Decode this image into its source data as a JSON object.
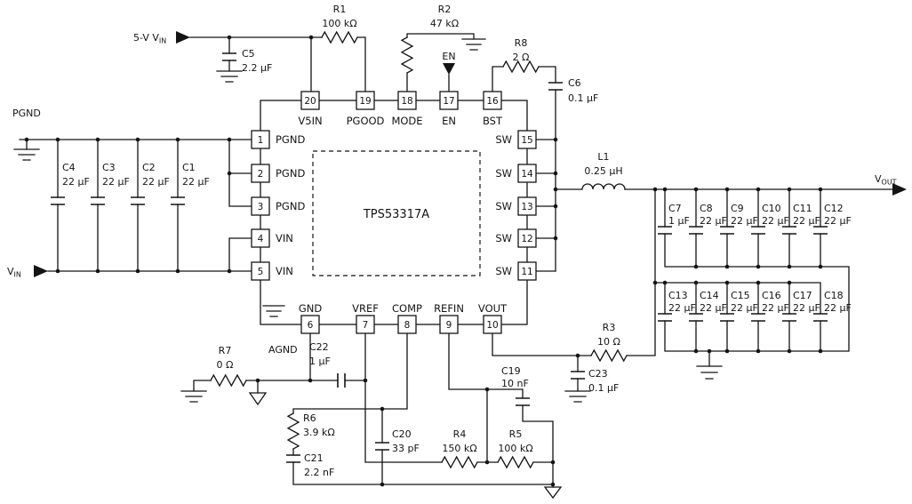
{
  "ic": {
    "part_number": "TPS53317A",
    "pins_top": [
      {
        "num": "20",
        "name": "V5IN"
      },
      {
        "num": "19",
        "name": "PGOOD"
      },
      {
        "num": "18",
        "name": "MODE"
      },
      {
        "num": "17",
        "name": "EN"
      },
      {
        "num": "16",
        "name": "BST"
      }
    ],
    "pins_left": [
      {
        "num": "1",
        "name": "PGND"
      },
      {
        "num": "2",
        "name": "PGND"
      },
      {
        "num": "3",
        "name": "PGND"
      },
      {
        "num": "4",
        "name": "VIN"
      },
      {
        "num": "5",
        "name": "VIN"
      }
    ],
    "pins_right": [
      {
        "num": "15",
        "name": "SW"
      },
      {
        "num": "14",
        "name": "SW"
      },
      {
        "num": "13",
        "name": "SW"
      },
      {
        "num": "12",
        "name": "SW"
      },
      {
        "num": "11",
        "name": "SW"
      }
    ],
    "pins_bottom": [
      {
        "num": "6",
        "name": "GND"
      },
      {
        "num": "7",
        "name": "VREF"
      },
      {
        "num": "8",
        "name": "COMP"
      },
      {
        "num": "9",
        "name": "REFIN"
      },
      {
        "num": "10",
        "name": "VOUT"
      }
    ]
  },
  "nets": {
    "five_v_vin_main": "5-V V",
    "five_v_vin_sub": "IN",
    "vin_main": "V",
    "vin_sub": "IN",
    "vout_main": "V",
    "vout_sub": "OUT",
    "pgnd": "PGND",
    "agnd": "AGND",
    "en": "EN"
  },
  "components": {
    "R1": {
      "name": "R1",
      "value": "100 kΩ"
    },
    "R2": {
      "name": "R2",
      "value": "47 kΩ"
    },
    "R3": {
      "name": "R3",
      "value": "10 Ω"
    },
    "R4": {
      "name": "R4",
      "value": "150 kΩ"
    },
    "R5": {
      "name": "R5",
      "value": "100 kΩ"
    },
    "R6": {
      "name": "R6",
      "value": "3.9 kΩ"
    },
    "R7": {
      "name": "R7",
      "value": "0 Ω"
    },
    "R8": {
      "name": "R8",
      "value": "2 Ω"
    },
    "C1": {
      "name": "C1",
      "value": "22 µF"
    },
    "C2": {
      "name": "C2",
      "value": "22 µF"
    },
    "C3": {
      "name": "C3",
      "value": "22 µF"
    },
    "C4": {
      "name": "C4",
      "value": "22 µF"
    },
    "C5": {
      "name": "C5",
      "value": "2.2 µF"
    },
    "C6": {
      "name": "C6",
      "value": "0.1 µF"
    },
    "C7": {
      "name": "C7",
      "value": "1 µF"
    },
    "C8": {
      "name": "C8",
      "value": "22 µF"
    },
    "C9": {
      "name": "C9",
      "value": "22 µF"
    },
    "C10": {
      "name": "C10",
      "value": "22 µF"
    },
    "C11": {
      "name": "C11",
      "value": "22 µF"
    },
    "C12": {
      "name": "C12",
      "value": "22 µF"
    },
    "C13": {
      "name": "C13",
      "value": "22 µF"
    },
    "C14": {
      "name": "C14",
      "value": "22 µF"
    },
    "C15": {
      "name": "C15",
      "value": "22 µF"
    },
    "C16": {
      "name": "C16",
      "value": "22 µF"
    },
    "C17": {
      "name": "C17",
      "value": "22 µF"
    },
    "C18": {
      "name": "C18",
      "value": "22 µF"
    },
    "C19": {
      "name": "C19",
      "value": "10 nF"
    },
    "C20": {
      "name": "C20",
      "value": "33 pF"
    },
    "C21": {
      "name": "C21",
      "value": "2.2 nF"
    },
    "C22": {
      "name": "C22",
      "value": "1 µF"
    },
    "C23": {
      "name": "C23",
      "value": "0.1 µF"
    },
    "L1": {
      "name": "L1",
      "value": "0.25 µH"
    }
  }
}
